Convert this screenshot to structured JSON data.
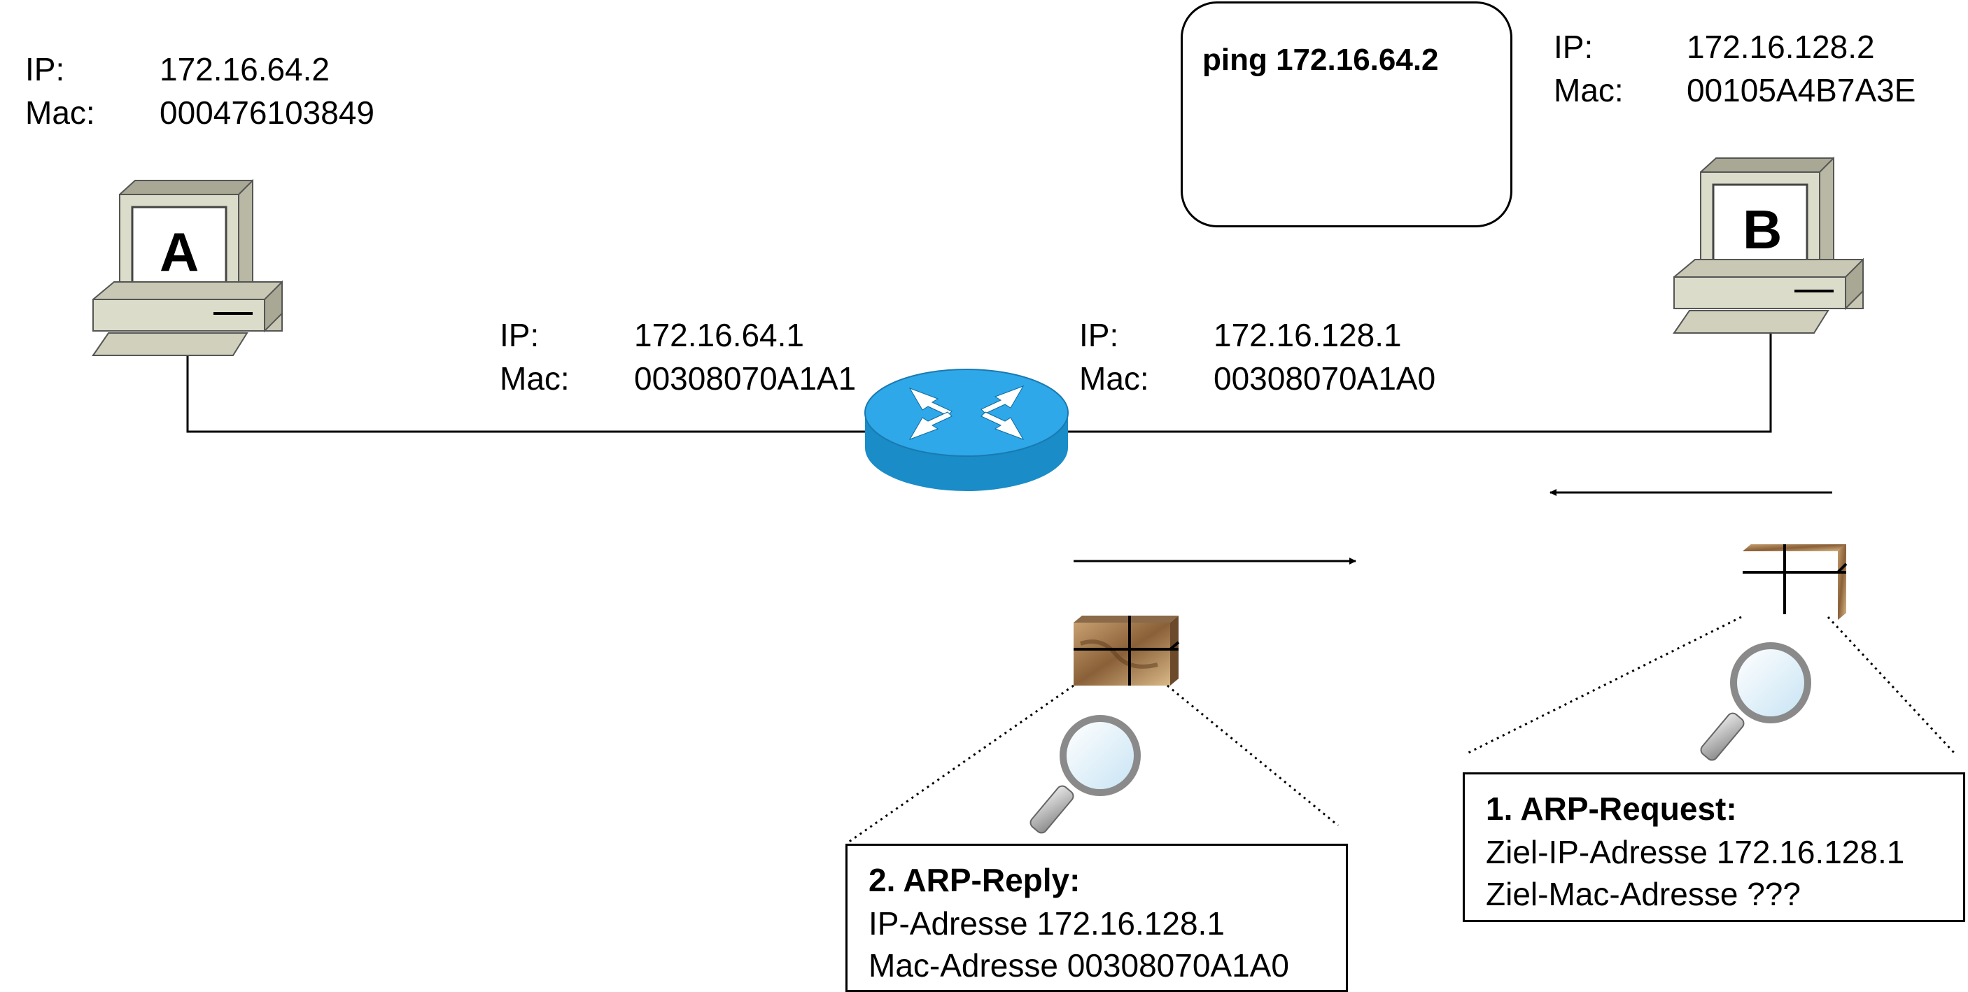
{
  "host_a": {
    "letter": "A",
    "ip_label": "IP:",
    "ip": "172.16.64.2",
    "mac_label": "Mac:",
    "mac": "000476103849"
  },
  "host_b": {
    "letter": "B",
    "ip_label": "IP:",
    "ip": "172.16.128.2",
    "mac_label": "Mac:",
    "mac": "00105A4B7A3E"
  },
  "router_left": {
    "ip_label": "IP:",
    "ip": "172.16.64.1",
    "mac_label": "Mac:",
    "mac": "00308070A1A1"
  },
  "router_right": {
    "ip_label": "IP:",
    "ip": "172.16.128.1",
    "mac_label": "Mac:",
    "mac": "00308070A1A0"
  },
  "ping_command": "ping 172.16.64.2",
  "arp_request": {
    "title": "1. ARP-Request:",
    "line1": "Ziel-IP-Adresse 172.16.128.1",
    "line2": "Ziel-Mac-Adresse ???"
  },
  "arp_reply": {
    "title": "2. ARP-Reply:",
    "line1": "IP-Adresse 172.16.128.1",
    "line2": "Mac-Adresse 00308070A1A0"
  },
  "colors": {
    "router_top": "#2ea8e8",
    "router_side": "#1a8cc8",
    "pc_body": "#dcdccb",
    "pc_shadow": "#9a9a88",
    "package": "#a07850"
  },
  "icons": [
    "computer-icon",
    "router-icon",
    "package-icon",
    "magnifier-icon",
    "arrow-left-icon",
    "arrow-right-icon"
  ]
}
